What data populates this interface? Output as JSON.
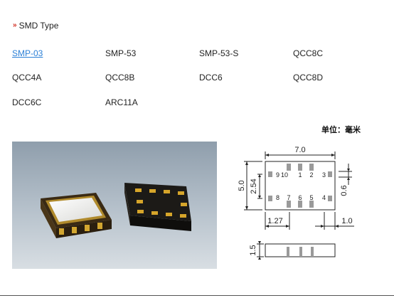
{
  "section": {
    "title": "SMD Type",
    "icon": "double-chevron-down-icon"
  },
  "packages": [
    {
      "label": "SMP-03",
      "active": true
    },
    {
      "label": "SMP-53",
      "active": false
    },
    {
      "label": "SMP-53-S",
      "active": false
    },
    {
      "label": "QCC8C",
      "active": false
    },
    {
      "label": "QCC4A",
      "active": false
    },
    {
      "label": "QCC8B",
      "active": false
    },
    {
      "label": "DCC6",
      "active": false
    },
    {
      "label": "QCC8D",
      "active": false
    },
    {
      "label": "DCC6C",
      "active": false
    },
    {
      "label": "ARC11A",
      "active": false
    }
  ],
  "unit_label": "单位：毫米",
  "drawing": {
    "dims": {
      "width": "7.0",
      "height": "5.0",
      "pitch_v": "2.54",
      "pad_w": "0.6",
      "pitch_h": "1.27",
      "edge": "1.0",
      "thickness": "1.5"
    },
    "pins_top": [
      "9",
      "10",
      "1",
      "2",
      "3"
    ],
    "pins_bottom": [
      "8",
      "7",
      "6",
      "5",
      "4"
    ]
  },
  "colors": {
    "accent": "#d02a1e",
    "link": "#2a7fd6",
    "photo_bg": "#a9b6c2"
  }
}
